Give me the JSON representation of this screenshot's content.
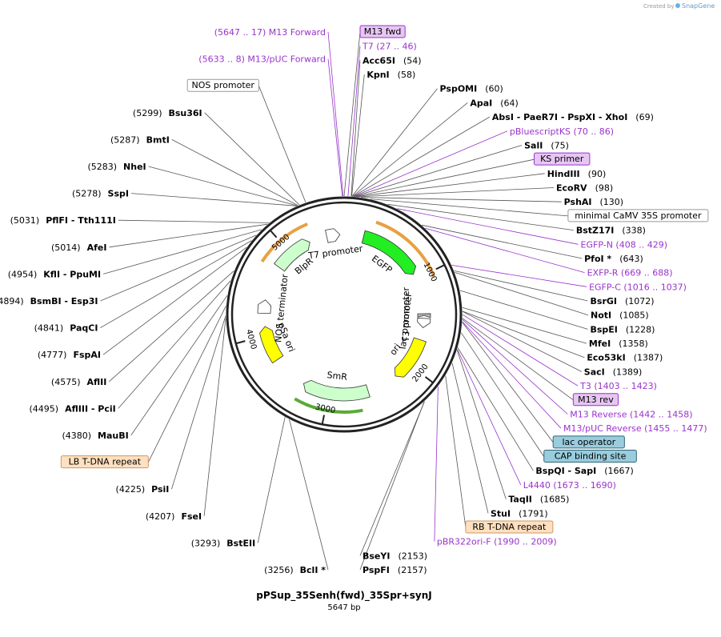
{
  "watermark": {
    "text": "Created by",
    "brand": "SnapGene"
  },
  "plasmid": {
    "name": "pPSup_35Senh(fwd)_35Spr+synJ",
    "size_text": "5647 bp",
    "length_bp": 5647
  },
  "colors": {
    "primer": "#9933cc",
    "enzyme": "#000000",
    "line": "#555555",
    "backbone": "#222222"
  },
  "ticks": [
    {
      "bp": 1000,
      "label": "1000"
    },
    {
      "bp": 2000,
      "label": "2000"
    },
    {
      "bp": 3000,
      "label": "3000"
    },
    {
      "bp": 4000,
      "label": "4000"
    },
    {
      "bp": 5000,
      "label": "5000"
    }
  ],
  "features": [
    {
      "name": "EGFP",
      "start": 220,
      "end": 940,
      "color": "#22ee22",
      "track": "inner",
      "label": "EGFP"
    },
    {
      "name": "T3 promoter",
      "start": 1403,
      "end": 1423,
      "color": "#bbbbbb",
      "track": "inner",
      "label": "T3 promoter"
    },
    {
      "name": "lac promoter",
      "start": 1455,
      "end": 1560,
      "color": "#ffffff",
      "track": "inner",
      "label": "lac promoter"
    },
    {
      "name": "ori",
      "start": 1700,
      "end": 2200,
      "color": "#ffff00",
      "track": "inner",
      "label": "ori"
    },
    {
      "name": "SmR",
      "start": 2550,
      "end": 3300,
      "color": "#ccffcc",
      "track": "inner",
      "label": "SmR"
    },
    {
      "name": "pSa ori",
      "start": 3700,
      "end": 4100,
      "color": "#ffff00",
      "track": "inner",
      "label": "pSa ori"
    },
    {
      "name": "BlpR",
      "start": 4800,
      "end": 5250,
      "color": "#ccffcc",
      "track": "inner",
      "label": "BlpR"
    },
    {
      "name": "NOS terminator",
      "start": 4250,
      "end": 4400,
      "color": "#ffffff",
      "track": "inner",
      "label": "NOS terminator"
    },
    {
      "name": "T7 promoter",
      "start": 5450,
      "end": 5600,
      "color": "#ffffff",
      "track": "inner",
      "label": "T7 promoter"
    }
  ],
  "arcs": [
    {
      "start": 300,
      "end": 1050,
      "color": "#e8a040"
    },
    {
      "start": 2650,
      "end": 3300,
      "color": "#5aaa3a"
    },
    {
      "start": 4750,
      "end": 5300,
      "color": "#e8a040"
    }
  ],
  "labels": [
    {
      "kind": "primer",
      "text": "(5647 .. 17)  M13 Forward",
      "bp": 5640
    },
    {
      "kind": "primer",
      "text": "(5633 .. 8)  M13/pUC Forward",
      "bp": 5633
    },
    {
      "kind": "box",
      "text": "M13 fwd",
      "bp": 0,
      "fill": "#e6c6f2",
      "stroke": "#9933cc"
    },
    {
      "kind": "primer",
      "text": "T7    (27 .. 46)",
      "bp": 30
    },
    {
      "kind": "box",
      "text": "NOS promoter",
      "bp": 5350,
      "fill": "#ffffff",
      "stroke": "#999999"
    },
    {
      "kind": "enzyme",
      "text": "Acc65I",
      "pos": "(54)",
      "bp": 54
    },
    {
      "kind": "enzyme",
      "text": "KpnI",
      "pos": "(58)",
      "bp": 58
    },
    {
      "kind": "enzyme",
      "text": "PspOMI",
      "pos": "(60)",
      "bp": 60
    },
    {
      "kind": "enzyme",
      "text": "ApaI",
      "pos": "(64)",
      "bp": 64
    },
    {
      "kind": "enzyme",
      "text": "AbsI  - PaeR7I  - PspXI  - XhoI",
      "pos": "(69)",
      "bp": 69
    },
    {
      "kind": "primer",
      "text": "pBluescriptKS    (70 .. 86)",
      "bp": 72
    },
    {
      "kind": "enzyme",
      "text": "SalI",
      "pos": "(75)",
      "bp": 75
    },
    {
      "kind": "box",
      "text": "KS primer",
      "bp": 80,
      "fill": "#e6c6f2",
      "stroke": "#9933cc"
    },
    {
      "kind": "enzyme",
      "text": "HindIII",
      "pos": "(90)",
      "bp": 90
    },
    {
      "kind": "enzyme",
      "text": "EcoRV",
      "pos": "(98)",
      "bp": 98
    },
    {
      "kind": "enzyme",
      "text": "PshAI",
      "pos": "(130)",
      "bp": 130
    },
    {
      "kind": "box",
      "text": "minimal CaMV 35S promoter",
      "bp": 200,
      "fill": "#ffffff",
      "stroke": "#999999"
    },
    {
      "kind": "enzyme",
      "text": "BstZ17I",
      "pos": "(338)",
      "bp": 338
    },
    {
      "kind": "primer",
      "text": "EGFP-N    (408 .. 429)",
      "bp": 418
    },
    {
      "kind": "enzyme",
      "text": "PfoI *",
      "pos": "(643)",
      "bp": 643
    },
    {
      "kind": "primer",
      "text": "EXFP-R    (669 .. 688)",
      "bp": 678
    },
    {
      "kind": "primer",
      "text": "EGFP-C    (1016 .. 1037)",
      "bp": 1026
    },
    {
      "kind": "enzyme",
      "text": "BsrGI",
      "pos": "(1072)",
      "bp": 1072
    },
    {
      "kind": "enzyme",
      "text": "NotI",
      "pos": "(1085)",
      "bp": 1085
    },
    {
      "kind": "enzyme",
      "text": "BspEI",
      "pos": "(1228)",
      "bp": 1228
    },
    {
      "kind": "enzyme",
      "text": "MfeI",
      "pos": "(1358)",
      "bp": 1358
    },
    {
      "kind": "enzyme",
      "text": "Eco53kI",
      "pos": "(1387)",
      "bp": 1387
    },
    {
      "kind": "enzyme",
      "text": "SacI",
      "pos": "(1389)",
      "bp": 1389
    },
    {
      "kind": "primer",
      "text": "T3    (1403 .. 1423)",
      "bp": 1413
    },
    {
      "kind": "box",
      "text": "M13 rev",
      "bp": 1440,
      "fill": "#e6c6f2",
      "stroke": "#9933cc"
    },
    {
      "kind": "primer",
      "text": "M13 Reverse    (1442 .. 1458)",
      "bp": 1450
    },
    {
      "kind": "box",
      "text": "lac operator",
      "bp": 1470,
      "fill": "#99ccdd",
      "stroke": "#336677"
    },
    {
      "kind": "primer",
      "text": "M13/pUC Reverse    (1455 .. 1477)",
      "bp": 1466
    },
    {
      "kind": "box",
      "text": "CAP binding site",
      "bp": 1550,
      "fill": "#99ccdd",
      "stroke": "#336677"
    },
    {
      "kind": "enzyme",
      "text": "BspQI  - SapI",
      "pos": "(1667)",
      "bp": 1667
    },
    {
      "kind": "enzyme",
      "text": "TaqII",
      "pos": "(1685)",
      "bp": 1685
    },
    {
      "kind": "primer",
      "text": "L4440    (1673 .. 1690)",
      "bp": 1680
    },
    {
      "kind": "enzyme",
      "text": "StuI",
      "pos": "(1791)",
      "bp": 1791
    },
    {
      "kind": "box",
      "text": "RB T-DNA repeat",
      "bp": 1900,
      "fill": "#ffe0c0",
      "stroke": "#cc9966"
    },
    {
      "kind": "primer",
      "text": "pBR322ori-F    (1990 .. 2009)",
      "bp": 2000
    },
    {
      "kind": "enzyme",
      "text": "BseYI",
      "pos": "(2153)",
      "bp": 2153
    },
    {
      "kind": "enzyme",
      "text": "PspFI",
      "pos": "(2157)",
      "bp": 2157
    },
    {
      "kind": "enzyme",
      "text": "BstEII",
      "pos": "(3293)",
      "bp": 3293
    },
    {
      "kind": "enzyme",
      "text": "BclI *",
      "pos": "(3256)",
      "bp": 3256
    },
    {
      "kind": "enzyme",
      "text": "FseI",
      "pos": "(4207)",
      "bp": 4207
    },
    {
      "kind": "enzyme",
      "text": "PsiI",
      "pos": "(4225)",
      "bp": 4225
    },
    {
      "kind": "box",
      "text": "LB T-DNA repeat",
      "bp": 4300,
      "fill": "#ffe0c0",
      "stroke": "#cc9966"
    },
    {
      "kind": "enzyme",
      "text": "MauBI",
      "pos": "(4380)",
      "bp": 4380
    },
    {
      "kind": "enzyme",
      "text": "AflIII  - PciI",
      "pos": "(4495)",
      "bp": 4495
    },
    {
      "kind": "enzyme",
      "text": "AflII",
      "pos": "(4575)",
      "bp": 4575
    },
    {
      "kind": "enzyme",
      "text": "FspAI",
      "pos": "(4777)",
      "bp": 4777
    },
    {
      "kind": "enzyme",
      "text": "PaqCI",
      "pos": "(4841)",
      "bp": 4841
    },
    {
      "kind": "enzyme",
      "text": "BsmBI  - Esp3I",
      "pos": "(4894)",
      "bp": 4894
    },
    {
      "kind": "enzyme",
      "text": "KflI  - PpuMI",
      "pos": "(4954)",
      "bp": 4954
    },
    {
      "kind": "enzyme",
      "text": "AfeI",
      "pos": "(5014)",
      "bp": 5014
    },
    {
      "kind": "enzyme",
      "text": "PflFI  - Tth111I",
      "pos": "(5031)",
      "bp": 5031
    },
    {
      "kind": "enzyme",
      "text": "SspI",
      "pos": "(5278)",
      "bp": 5278
    },
    {
      "kind": "enzyme",
      "text": "NheI",
      "pos": "(5283)",
      "bp": 5283
    },
    {
      "kind": "enzyme",
      "text": "BmtI",
      "pos": "(5287)",
      "bp": 5287
    },
    {
      "kind": "enzyme",
      "text": "Bsu36I",
      "pos": "(5299)",
      "bp": 5299
    }
  ]
}
